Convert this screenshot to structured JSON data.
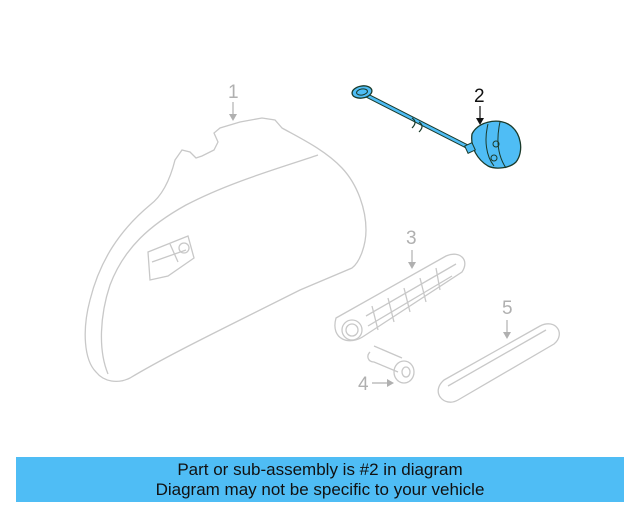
{
  "diagram": {
    "callouts": [
      {
        "number": "1",
        "part": "glove-box-housing",
        "highlighted": false
      },
      {
        "number": "2",
        "part": "lock-cylinder-with-cable",
        "highlighted": true
      },
      {
        "number": "3",
        "part": "handle-frame",
        "highlighted": false
      },
      {
        "number": "4",
        "part": "screw",
        "highlighted": false
      },
      {
        "number": "5",
        "part": "handle-cover",
        "highlighted": false
      }
    ],
    "colors": {
      "faded_line": "#c8c8c8",
      "faded_text": "#b0b0b0",
      "highlight_fill": "#4fbdf5",
      "highlight_stroke": "#1a3a2a",
      "active_text": "#111111"
    }
  },
  "banner": {
    "line1": "Part or sub-assembly is #2 in diagram",
    "line2": "Diagram may not be specific to your vehicle",
    "background": "#4fbdf5"
  }
}
